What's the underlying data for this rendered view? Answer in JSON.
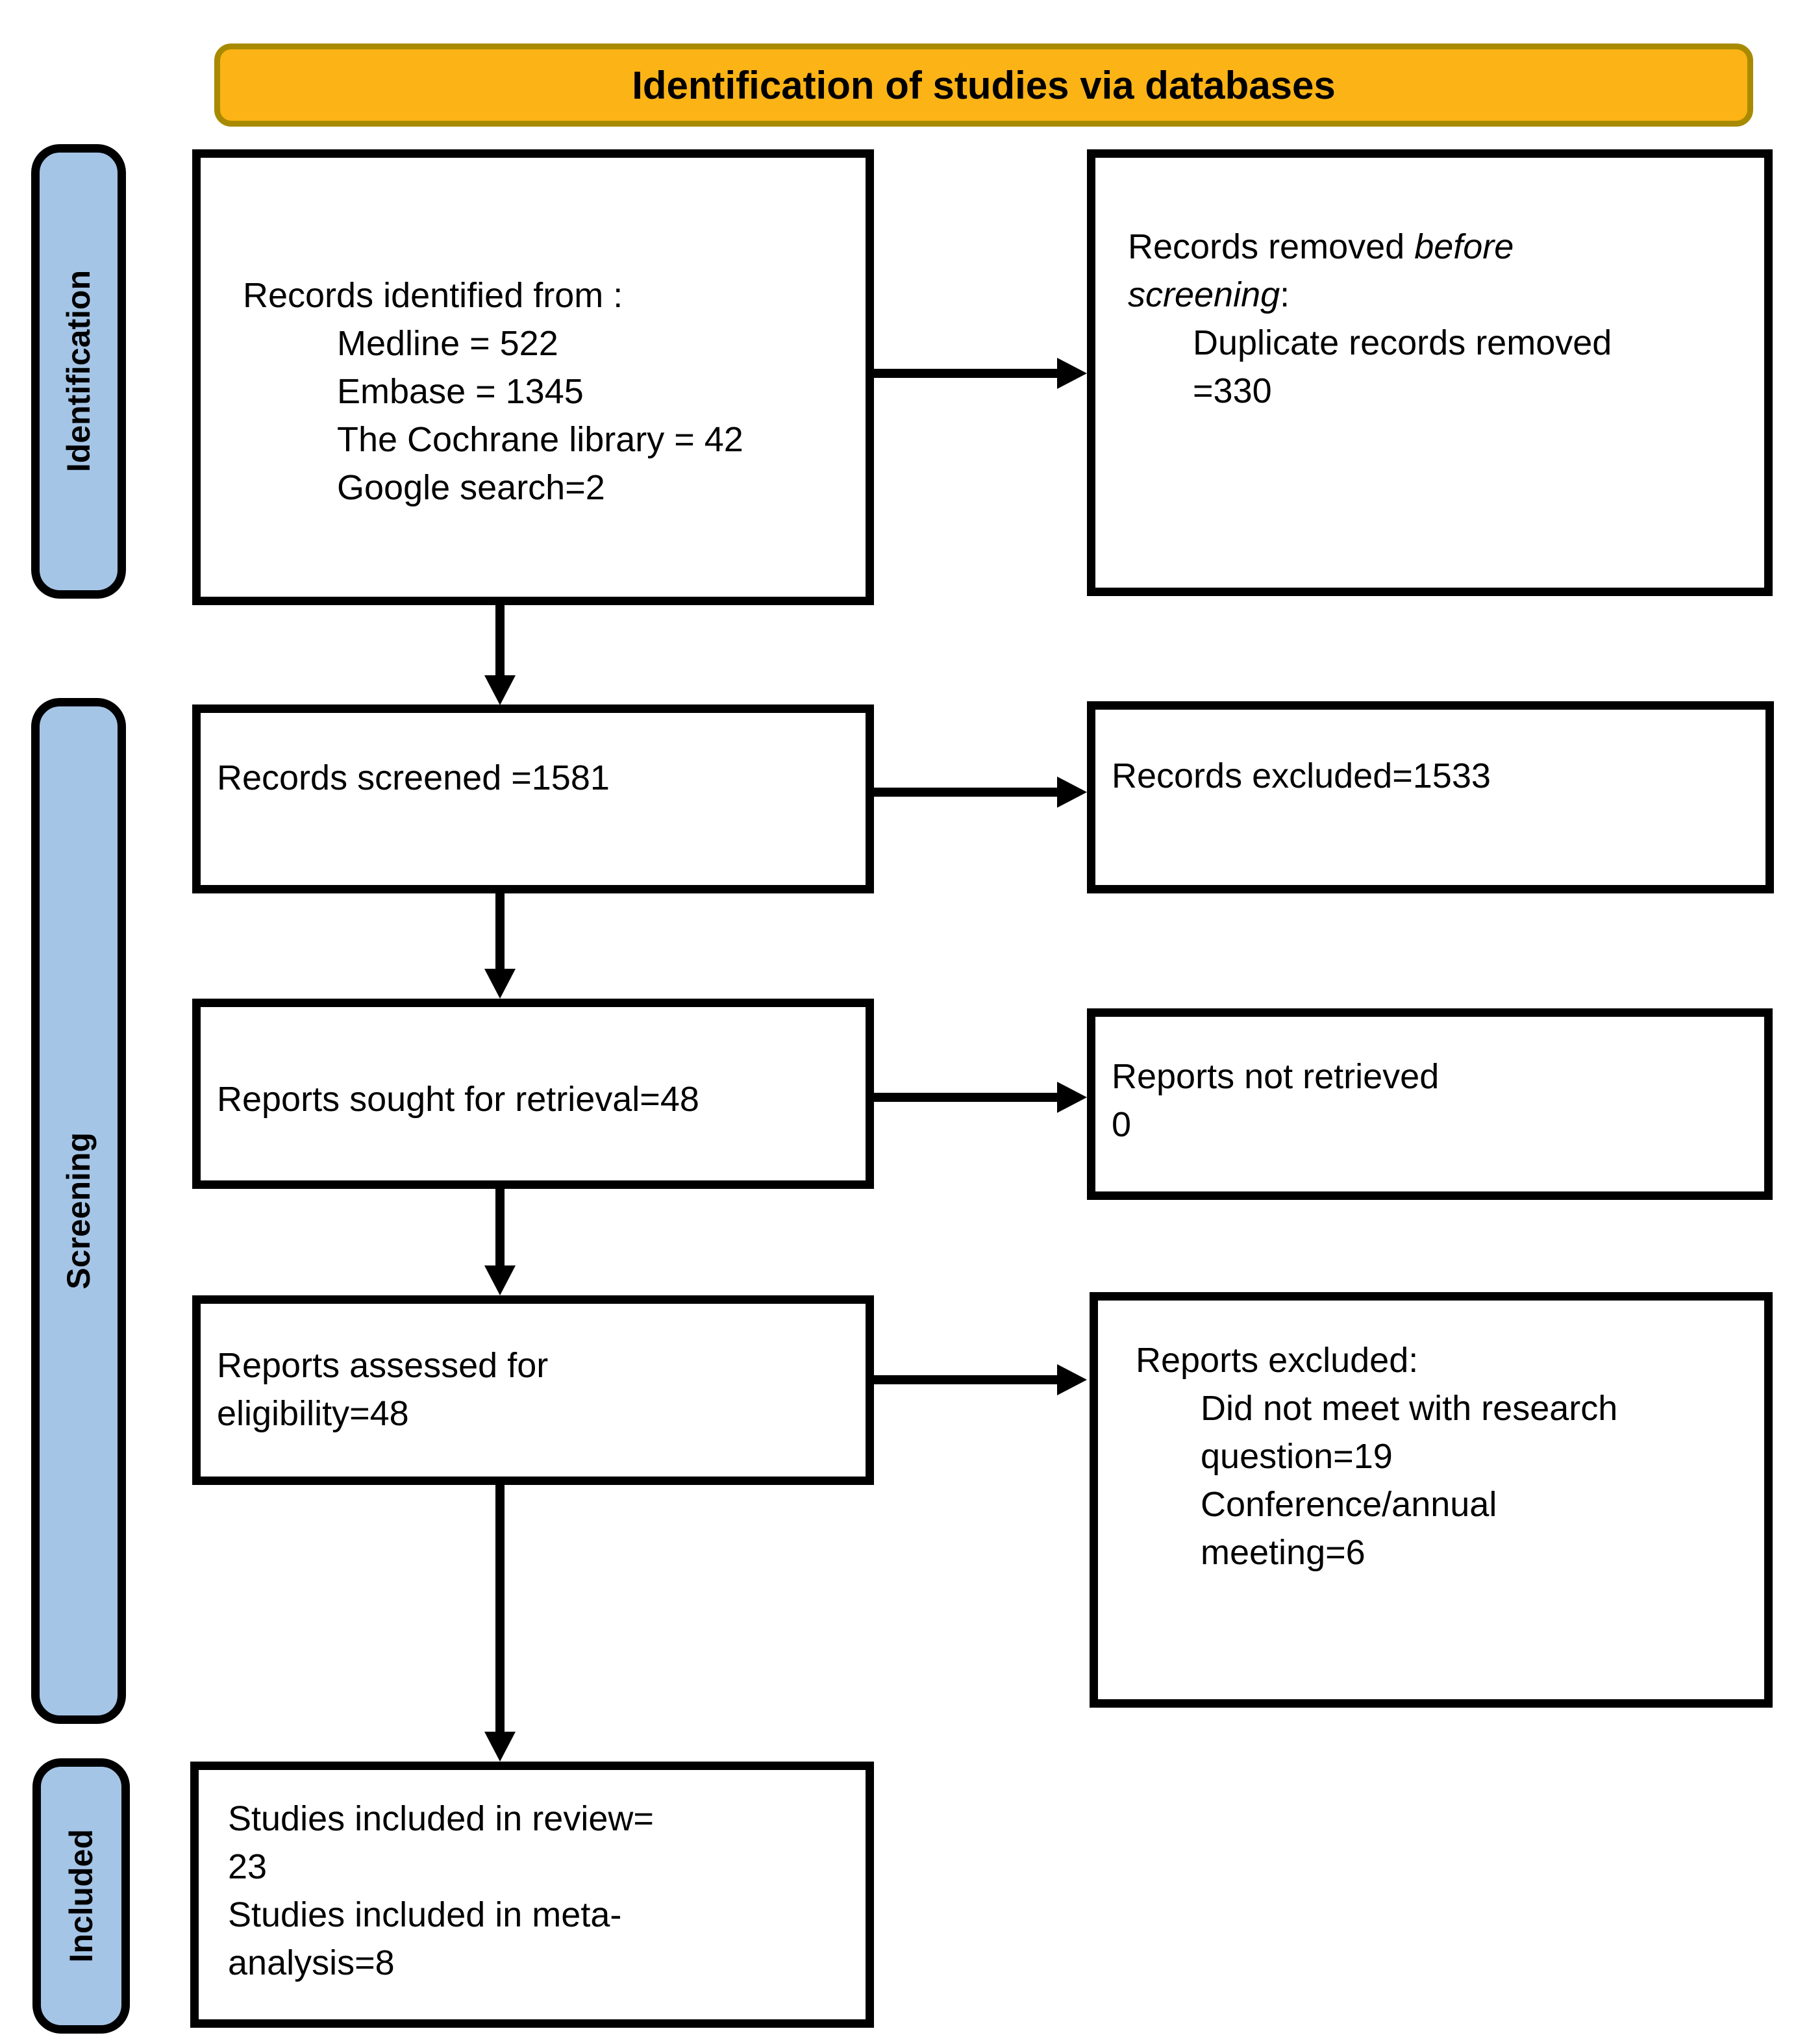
{
  "banner": {
    "title": "Identification of studies via databases"
  },
  "stages": {
    "identification": "Identification",
    "screening": "Screening",
    "included": "Included"
  },
  "boxes": {
    "records_identified": {
      "heading": "Records identified from :",
      "items": [
        "Medline = 522",
        "Embase = 1345",
        "The Cochrane library = 42",
        "Google search=2"
      ]
    },
    "records_removed": {
      "normal1": "Records removed",
      "italic1": "before",
      "italic2": "screening",
      "normal2": ":",
      "items": [
        "Duplicate records removed",
        "=330"
      ]
    },
    "records_screened": {
      "text": "Records screened =1581"
    },
    "records_excluded": {
      "text": "Records excluded=1533"
    },
    "reports_sought": {
      "text": "Reports sought for retrieval=48"
    },
    "reports_not_retrieved": {
      "line1": "Reports not retrieved",
      "line2": "0"
    },
    "reports_assessed": {
      "line1": "Reports assessed for",
      "line2": "eligibility=48"
    },
    "reports_excluded": {
      "heading": "Reports excluded:",
      "items": [
        "Did not meet with research",
        "question=19",
        "Conference/annual",
        "meeting=6"
      ]
    },
    "studies_included": {
      "lines": [
        "Studies included in review=",
        "23",
        "Studies included in meta-",
        "analysis=8"
      ]
    }
  },
  "colors": {
    "banner_fill": "#FBB316",
    "banner_border": "#A88A00",
    "stage_fill": "#A5C5E7",
    "outline": "#000000"
  }
}
